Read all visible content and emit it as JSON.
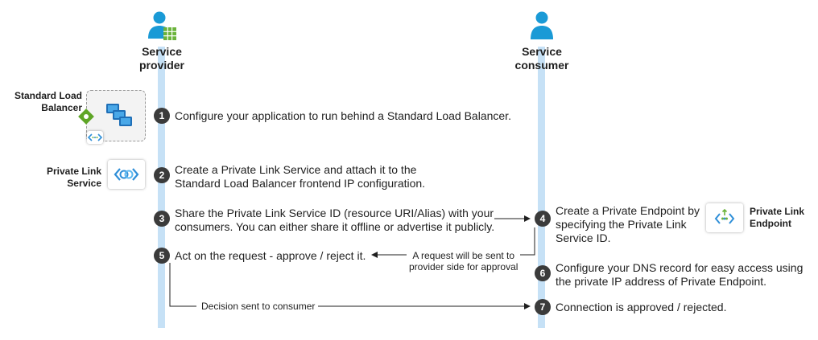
{
  "actors": {
    "provider": {
      "label": "Service\nprovider",
      "icon": "user-with-grid-icon"
    },
    "consumer": {
      "label": "Service\nconsumer",
      "icon": "user-icon"
    }
  },
  "resources": {
    "load_balancer": {
      "label": "Standard Load\nBalancer",
      "icon": "load-balancer-icon"
    },
    "private_link_service": {
      "label": "Private Link\nService",
      "icon": "private-link-service-icon"
    },
    "private_link_endpoint": {
      "label": "Private Link\nEndpoint",
      "icon": "private-endpoint-icon"
    }
  },
  "steps": [
    {
      "num": "1",
      "text": "Configure your application to run behind a Standard Load Balancer."
    },
    {
      "num": "2",
      "text": "Create a Private Link Service and attach it to the\nStandard Load Balancer frontend IP configuration."
    },
    {
      "num": "3",
      "text": "Share the Private Link Service ID (resource URI/Alias) with your\nconsumers. You can either share it offline or advertise it publicly."
    },
    {
      "num": "4",
      "text": "Create a Private Endpoint by\nspecifying the Private Link\nService ID."
    },
    {
      "num": "5",
      "text": "Act on the request - approve / reject it."
    },
    {
      "num": "6",
      "text": "Configure your DNS record for easy access using\nthe private IP address of Private Endpoint."
    },
    {
      "num": "7",
      "text": "Connection is approved / rejected."
    }
  ],
  "notes": {
    "request_sent": "A request will be sent to\nprovider side for approval",
    "decision_sent": "Decision sent to consumer"
  },
  "colors": {
    "lane": "#c6e1f6",
    "step_circle": "#3b3b3b",
    "user_icon": "#1a9ad6",
    "grid_icon": "#6bb33b",
    "lb_diamond": "#5ea526"
  }
}
